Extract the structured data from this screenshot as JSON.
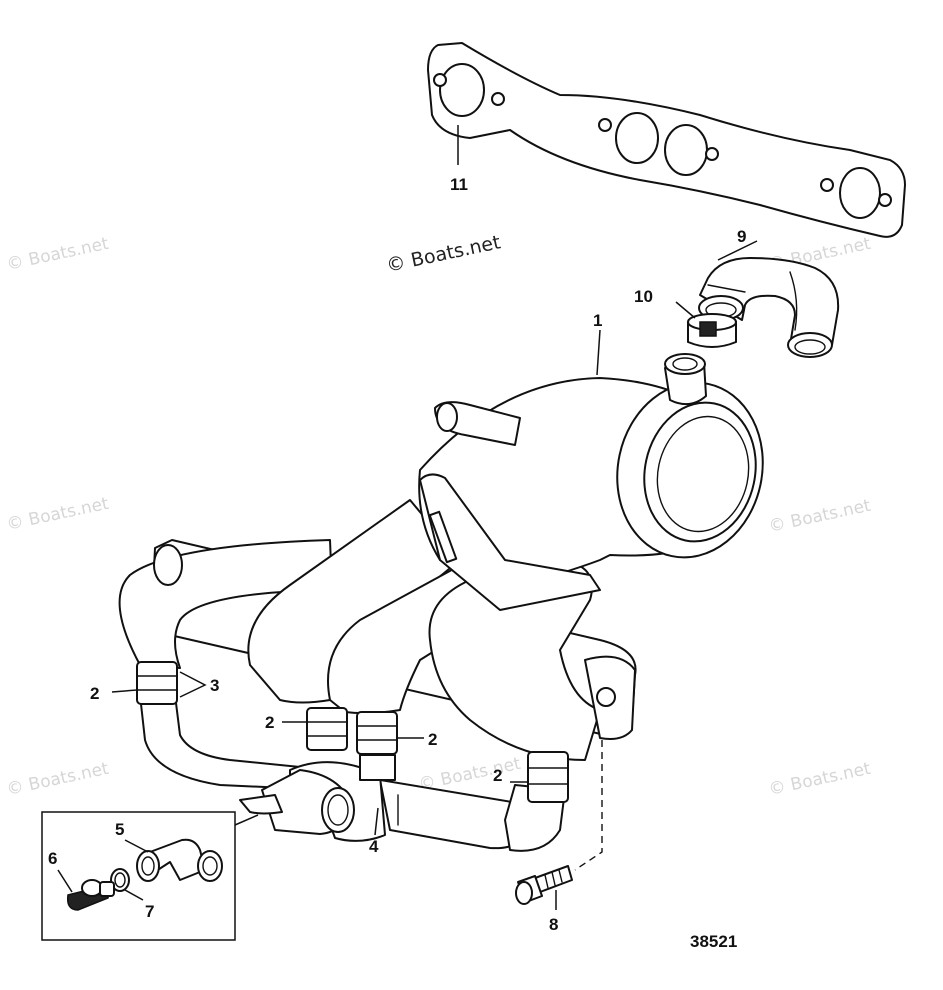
{
  "watermark": {
    "main": "© Boats.net",
    "faint": "© Boats.net"
  },
  "callouts": {
    "c1": "1",
    "c2a": "2",
    "c2b": "2",
    "c2c": "2",
    "c2d": "2",
    "c3": "3",
    "c4": "4",
    "c5": "5",
    "c6": "6",
    "c7": "7",
    "c8": "8",
    "c9": "9",
    "c10": "10",
    "c11": "11"
  },
  "diagram_number": "38521",
  "parts": [
    {
      "ref": "1",
      "icon": "exhaust-manifold-elbow-icon"
    },
    {
      "ref": "2",
      "icon": "hose-clamp-icon"
    },
    {
      "ref": "3",
      "icon": "hose-icon"
    },
    {
      "ref": "4",
      "icon": "water-hose-assembly-icon"
    },
    {
      "ref": "5",
      "icon": "elbow-fitting-icon"
    },
    {
      "ref": "6",
      "icon": "drain-plug-icon"
    },
    {
      "ref": "7",
      "icon": "o-ring-icon"
    },
    {
      "ref": "8",
      "icon": "bolt-icon"
    },
    {
      "ref": "9",
      "icon": "u-hose-icon"
    },
    {
      "ref": "10",
      "icon": "clamp-icon"
    },
    {
      "ref": "11",
      "icon": "gasket-icon"
    }
  ]
}
